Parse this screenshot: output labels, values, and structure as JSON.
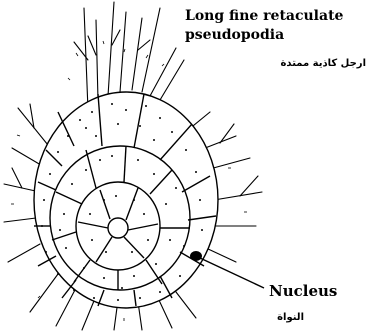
{
  "labels": {
    "pseudopodia_en_line1": "Long fine retaculate",
    "pseudopodia_en_line2": "pseudopodia",
    "pseudopodia_ar": "ارجل كاذية ممتدة",
    "nucleus_en": "Nucleus",
    "nucleus_ar": "النواة"
  },
  "colors": {
    "ink": "#000000",
    "background": "#ffffff"
  }
}
